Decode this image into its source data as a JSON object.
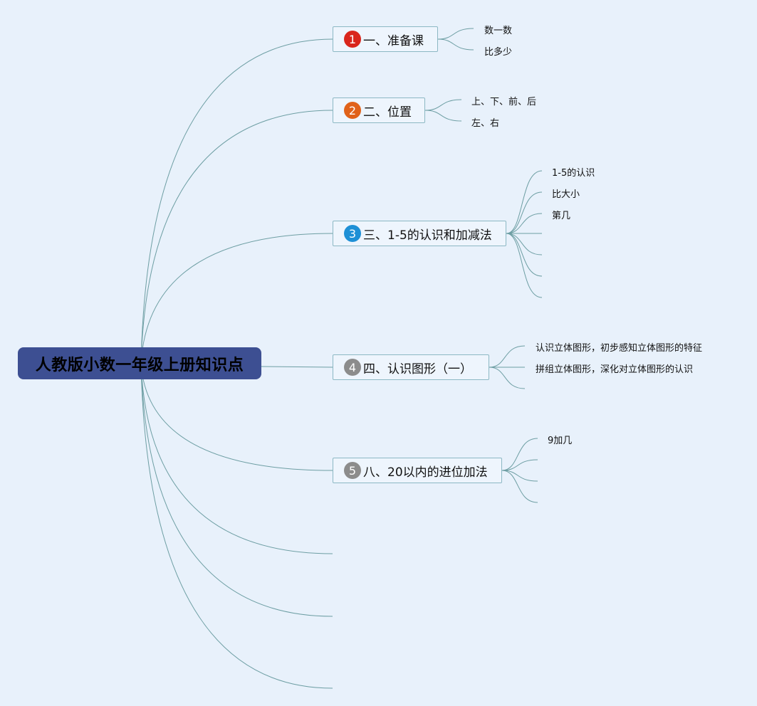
{
  "root": {
    "label": "人教版小数一年级上册知识点"
  },
  "topics": [
    {
      "number": "1",
      "label": "一、准备课",
      "badge_color": "#d9261c",
      "subtopics": [
        "数一数",
        "比多少"
      ]
    },
    {
      "number": "2",
      "label": "二、位置",
      "badge_color": "#e0621a",
      "subtopics": [
        "上、下、前、后",
        "左、右"
      ]
    },
    {
      "number": "3",
      "label": "三、1-5的认识和加减法",
      "badge_color": "#1e90d6",
      "subtopics": [
        "1-5的认识",
        "比大小",
        "第几",
        "",
        "",
        "",
        ""
      ]
    },
    {
      "number": "4",
      "label": "四、认识图形（一）",
      "badge_color": "#8c8c8c",
      "subtopics": [
        "认识立体图形，初步感知立体图形的特征",
        "拼组立体图形，深化对立体图形的认识",
        ""
      ]
    },
    {
      "number": "5",
      "label": "八、20以内的进位加法",
      "badge_color": "#8c8c8c",
      "subtopics": [
        "9加几",
        "",
        "",
        ""
      ]
    }
  ],
  "colors": {
    "background": "#e8f1fb",
    "root": "#3d4f92",
    "line": "#6d9ea3",
    "topic_border": "#8cb8c4"
  }
}
